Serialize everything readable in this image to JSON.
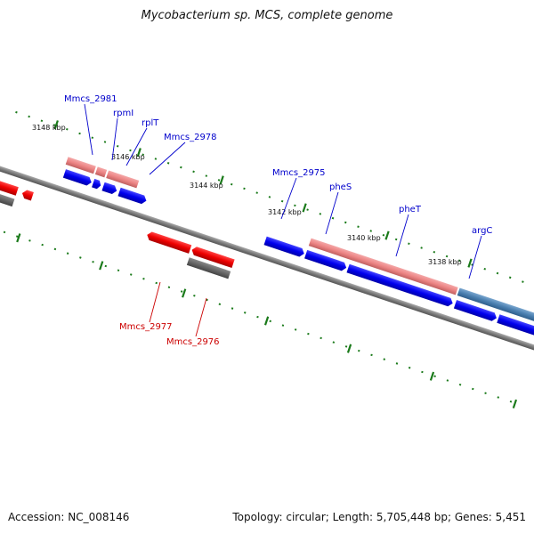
{
  "title": "Mycobacterium sp. MCS, complete genome",
  "footer": {
    "accession": "Accession: NC_008146",
    "summary": "Topology: circular; Length: 5,705,448 bp; Genes: 5,451"
  },
  "colors": {
    "backbone": "#808080",
    "forward_cds": "#0000ee",
    "reverse_cds": "#ee0000",
    "forward_rna": "#ee8080",
    "reverse_other": "#666666",
    "forward_label": "#0000cc",
    "reverse_label": "#cc0000",
    "argC_feature": "#4a7fb0",
    "tick_marks": "#1a7a1a"
  },
  "tick_labels": [
    "3148 kbp",
    "3146 kbp",
    "3144 kbp",
    "3142 kbp",
    "3140 kbp",
    "3138 kbp"
  ],
  "forward_labels": [
    "Mmcs_2981",
    "rpmI",
    "rplT",
    "Mmcs_2978",
    "Mmcs_2975",
    "pheS",
    "pheT",
    "argC"
  ],
  "reverse_labels": [
    "Mmcs_2977",
    "Mmcs_2976"
  ]
}
